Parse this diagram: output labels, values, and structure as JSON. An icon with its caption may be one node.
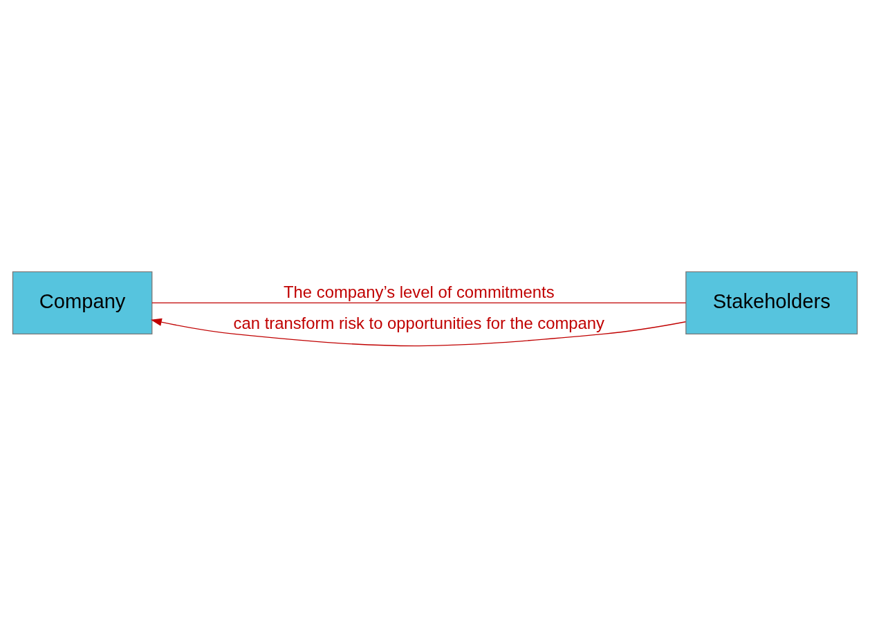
{
  "diagram": {
    "nodes": [
      {
        "text": [
          "Company"
        ]
      },
      {
        "text": [
          "Stakeholders"
        ]
      }
    ],
    "edges": [
      {
        "from": 0,
        "to": 1,
        "arrow": "none",
        "label": "The company’s level of commitments"
      },
      {
        "from": 1,
        "to": 0,
        "arrow": "to",
        "label": "can transform risk to opportunities for the company"
      }
    ]
  }
}
